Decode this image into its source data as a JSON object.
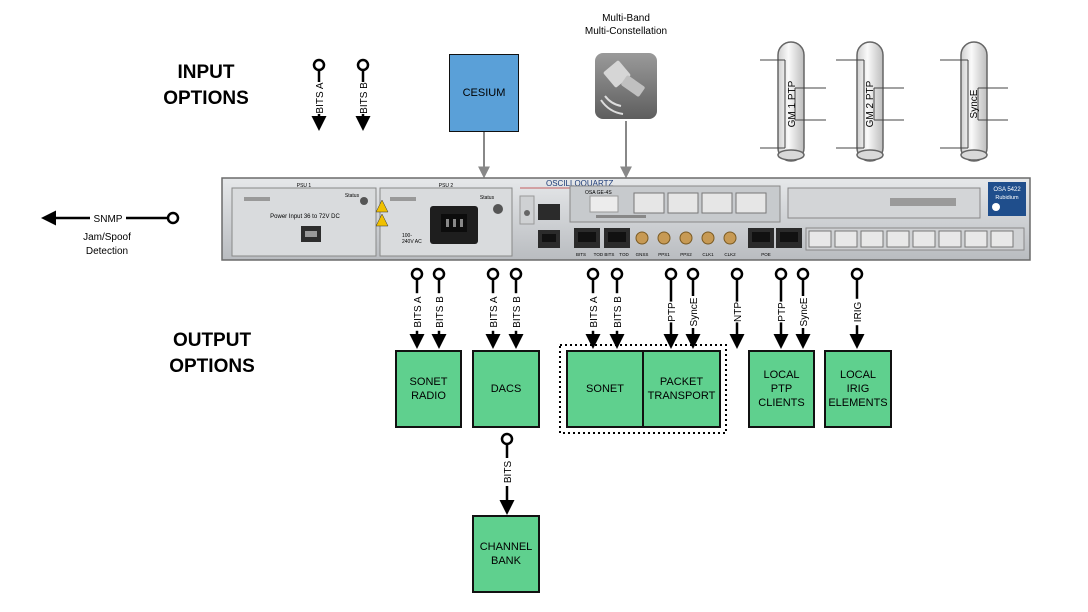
{
  "headings": {
    "input_line1": "INPUT",
    "input_line2": "OPTIONS",
    "output_line1": "OUTPUT",
    "output_line2": "OPTIONS"
  },
  "inputs": {
    "bits_a": "BITS A",
    "bits_b": "BITS B",
    "cesium": "CESIUM",
    "gnss_line1": "Multi-Band",
    "gnss_line2": "Multi-Constellation",
    "gm1": "GM 1 PTP",
    "gm2": "GM 2 PTP",
    "synce": "SyncE"
  },
  "snmp": {
    "label": "SNMP",
    "caption_line1": "Jam/Spoof",
    "caption_line2": "Detection"
  },
  "device": {
    "brand": "OSCILLOQUARTZ",
    "psu1_label": "PSU 1",
    "psu2_label": "PSU 2",
    "status_label": "Status",
    "power_input": "Power Input 36 to 72V DC",
    "ac_label": "100-\n240V AC",
    "model": "OSA 5422",
    "model_sub": "Rubidium",
    "module_label": "OSA GE-4S",
    "port_labels": [
      "BITS",
      "TOD BITS",
      "TOD",
      "GNSS",
      "PPS1",
      "PPS2",
      "CLK1",
      "CLK2",
      "POE"
    ]
  },
  "outputs": {
    "signals": [
      "BITS A",
      "BITS B",
      "BITS A",
      "BITS B",
      "BITS A",
      "BITS B",
      "PTP",
      "SyncE",
      "NTP",
      "PTP",
      "SyncE",
      "IRIG"
    ],
    "dacs_bits": "BITS",
    "boxes": {
      "sonet_radio": "SONET\nRADIO",
      "dacs": "DACS",
      "sonet": "SONET",
      "packet_transport": "PACKET\nTRANSPORT",
      "local_ptp": "LOCAL\nPTP\nCLIENTS",
      "local_irig": "LOCAL\nIRIG\nELEMENTS",
      "channel_bank": "CHANNEL\nBANK"
    }
  },
  "colors": {
    "output_box": "#5fd08e",
    "cesium_box": "#5aa0d8",
    "arrow": "#000000",
    "feed_arrow": "#888888"
  }
}
